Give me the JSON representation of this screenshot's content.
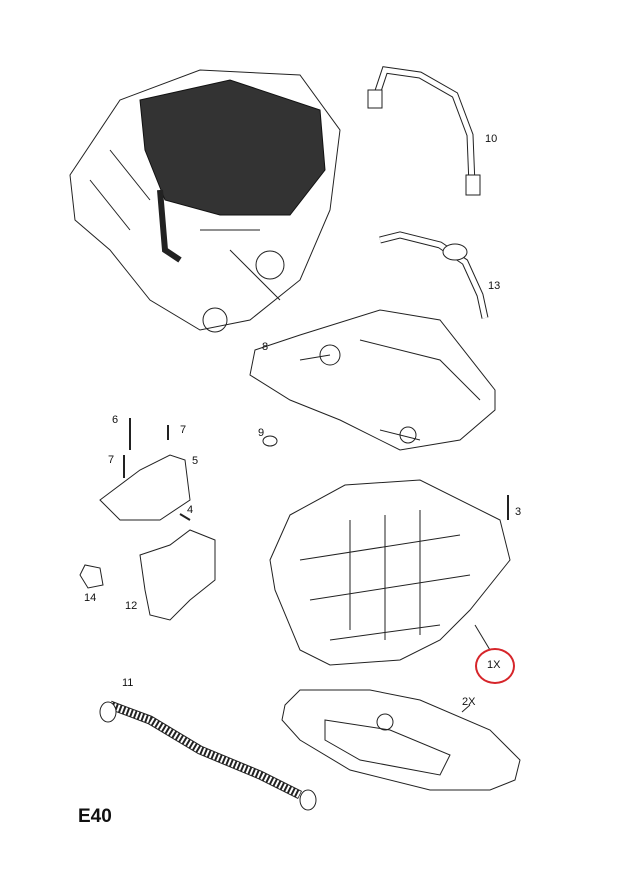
{
  "diagram_code": "E40",
  "highlight_color": "#d6252a",
  "callouts": {
    "p10": "10",
    "p13": "13",
    "p8": "8",
    "p6": "6",
    "p7a": "7",
    "p7b": "7",
    "p5": "5",
    "p9": "9",
    "p4": "4",
    "p3": "3",
    "p14": "14",
    "p12": "12",
    "p1": "1X",
    "p11": "11",
    "p2": "2X"
  }
}
